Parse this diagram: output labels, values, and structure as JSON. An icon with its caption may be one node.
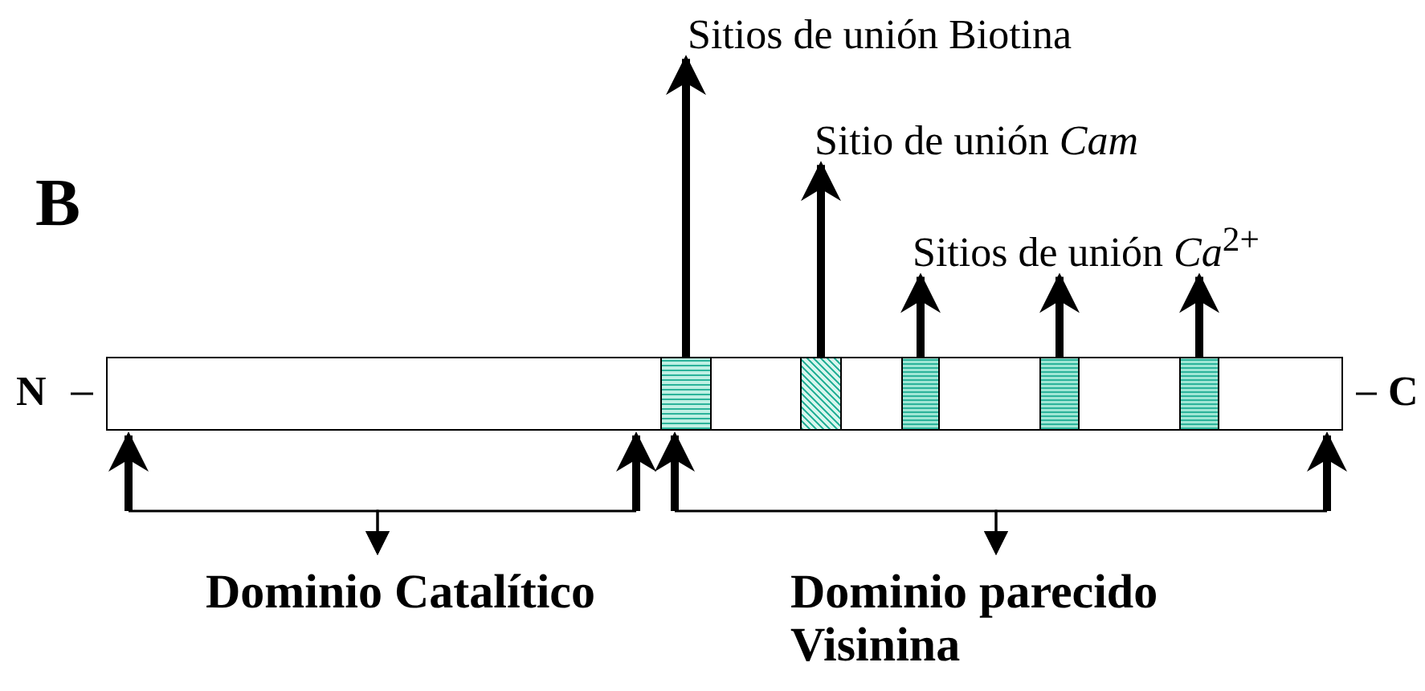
{
  "diagram": {
    "nodes": [
      {
        "text": [],
        "shape": "bar"
      },
      {
        "text": [],
        "shape": "box",
        "in": 0
      },
      {
        "text": [],
        "shape": "box",
        "in": 0
      },
      {
        "text": [],
        "shape": "box",
        "in": 0
      },
      {
        "text": [],
        "shape": "box",
        "in": 0
      },
      {
        "text": [],
        "shape": "box",
        "in": 0
      },
      {
        "text": [
          "Sitios de unión Biotina"
        ]
      },
      {
        "text": [
          "Sitio de unión *Cam*"
        ]
      },
      {
        "text": [
          "Sitios de unión *Ca*$^{2+}$"
        ]
      },
      {
        "text": [
          "Dominio Catalítico"
        ]
      },
      {
        "text": [
          "Dominio parecido Visinina"
        ]
      }
    ],
    "edges": [
      {
        "from": 1,
        "to": 6,
        "arrow": "to"
      },
      {
        "from": 2,
        "to": 7,
        "arrow": "to"
      },
      {
        "from": 3,
        "to": 8,
        "arrow": "to"
      },
      {
        "from": 4,
        "to": 8,
        "arrow": "to"
      },
      {
        "from": 5,
        "to": 8,
        "arrow": "to"
      },
      {
        "from": 0,
        "to": 9,
        "arrow": "both"
      },
      {
        "from": 0,
        "to": 9,
        "arrow": "both"
      },
      {
        "from": 0,
        "to": 10,
        "arrow": "both"
      },
      {
        "from": 0,
        "to": 10,
        "arrow": "both"
      }
    ],
    "labels": [
      "B",
      "N",
      "C"
    ]
  }
}
